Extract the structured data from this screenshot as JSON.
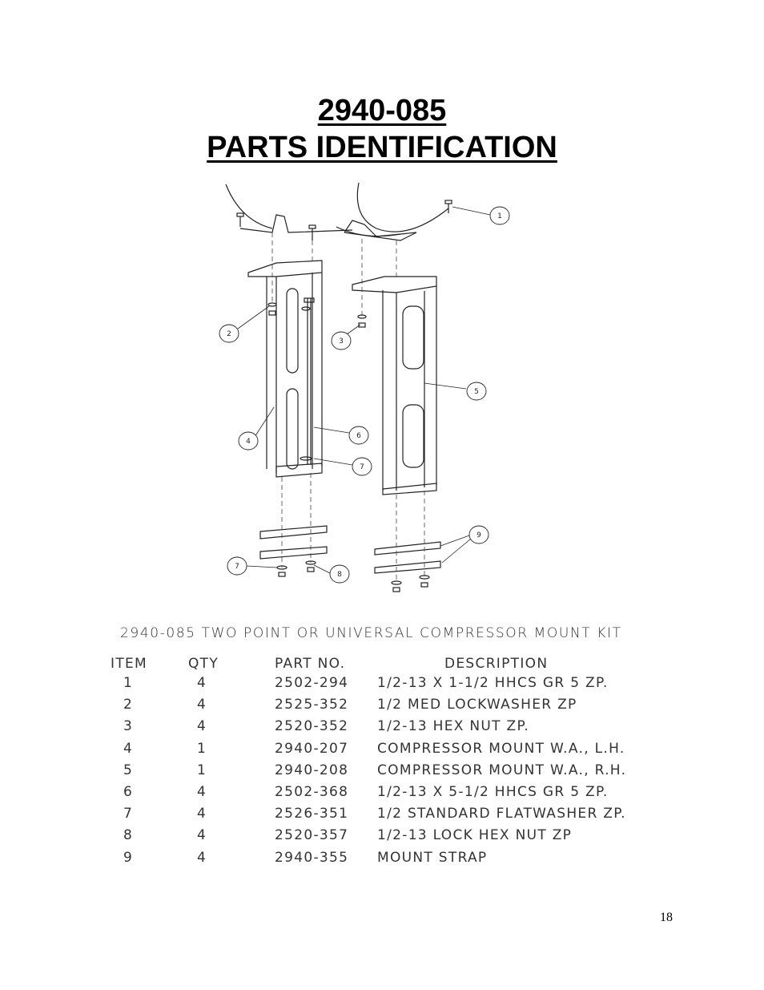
{
  "page": {
    "title_line1": "2940-085",
    "title_line2": "PARTS IDENTIFICATION",
    "page_number": "18"
  },
  "diagram": {
    "callouts": [
      "1",
      "2",
      "3",
      "4",
      "5",
      "6",
      "7",
      "8",
      "9",
      "7"
    ]
  },
  "kit": {
    "title": "2940-085 TWO POINT OR UNIVERSAL COMPRESSOR MOUNT KIT",
    "headers": {
      "item": "ITEM",
      "qty": "QTY",
      "part_no": "PART NO.",
      "description": "DESCRIPTION"
    },
    "rows": [
      {
        "item": "1",
        "qty": "4",
        "part_no": "2502-294",
        "description": "1/2-13 X 1-1/2 HHCS GR 5 ZP."
      },
      {
        "item": "2",
        "qty": "4",
        "part_no": "2525-352",
        "description": "1/2 MED LOCKWASHER ZP"
      },
      {
        "item": "3",
        "qty": "4",
        "part_no": "2520-352",
        "description": "1/2-13 HEX NUT ZP."
      },
      {
        "item": "4",
        "qty": "1",
        "part_no": "2940-207",
        "description": "COMPRESSOR MOUNT W.A., L.H."
      },
      {
        "item": "5",
        "qty": "1",
        "part_no": "2940-208",
        "description": "COMPRESSOR MOUNT W.A., R.H."
      },
      {
        "item": "6",
        "qty": "4",
        "part_no": "2502-368",
        "description": "1/2-13 X 5-1/2 HHCS GR 5 ZP."
      },
      {
        "item": "7",
        "qty": "4",
        "part_no": "2526-351",
        "description": "1/2 STANDARD FLATWASHER ZP."
      },
      {
        "item": "8",
        "qty": "4",
        "part_no": "2520-357",
        "description": "1/2-13 LOCK HEX NUT ZP"
      },
      {
        "item": "9",
        "qty": "4",
        "part_no": "2940-355",
        "description": "MOUNT STRAP"
      }
    ]
  }
}
